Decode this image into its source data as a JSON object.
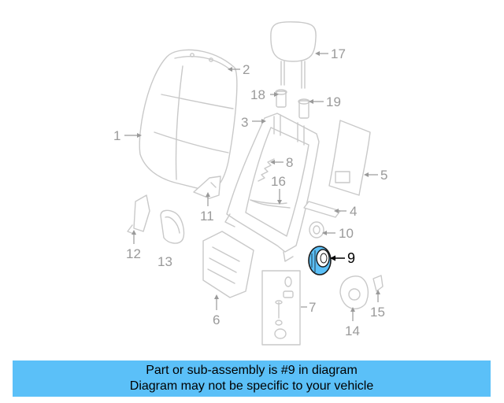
{
  "colors": {
    "highlight_part": "#5bc0f8",
    "banner_background": "#5bc0f8",
    "line_art": "#c9c9c9",
    "callout_gray": "#9a9a9a"
  },
  "callouts": {
    "n1": "1",
    "n2": "2",
    "n3": "3",
    "n4": "4",
    "n5": "5",
    "n6": "6",
    "n7": "7",
    "n8": "8",
    "n9": "9",
    "n10": "10",
    "n11": "11",
    "n12": "12",
    "n13": "13",
    "n14": "14",
    "n15": "15",
    "n16": "16",
    "n17": "17",
    "n18": "18",
    "n19": "19"
  },
  "highlighted_part": "9",
  "banner": {
    "line1": "Part or sub-assembly is #9 in diagram",
    "line2": "Diagram may not be specific to your vehicle"
  }
}
